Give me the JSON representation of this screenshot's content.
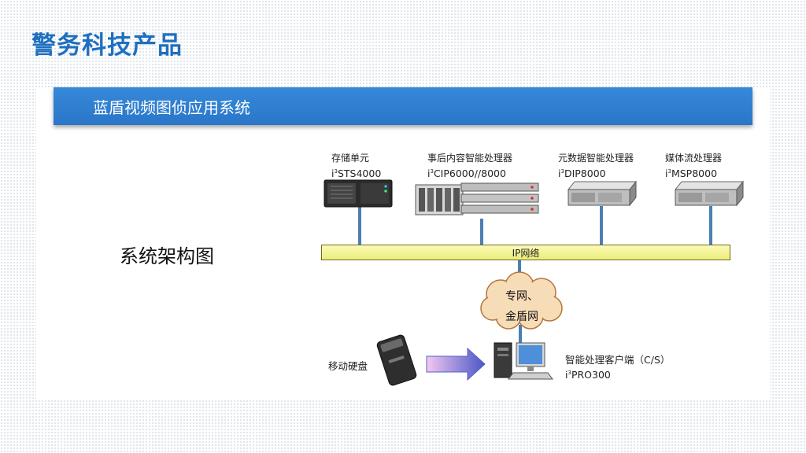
{
  "page_title": "警务科技产品",
  "banner_title": "蓝盾视频图侦应用系统",
  "side_label": "系统架构图",
  "devices": [
    {
      "name": "存储单元",
      "model": "STS4000"
    },
    {
      "name": "事后内容智能处理器",
      "model": "CIP6000//8000"
    },
    {
      "name": "元数据智能处理器",
      "model": "DIP8000"
    },
    {
      "name": "媒体流处理器",
      "model": "MSP8000"
    }
  ],
  "model_prefix": "i",
  "model_sup": "3",
  "network": {
    "bus_label": "IP网络",
    "cloud_line1": "专网、",
    "cloud_line2": "金盾网"
  },
  "client": {
    "label": "智能处理客户端（C/S）",
    "model": "PRO300"
  },
  "disk": {
    "label": "移动硬盘"
  },
  "colors": {
    "title": "#1f6fbf",
    "banner": "#2f7fd0",
    "bus": "#f3f39a",
    "connector": "#4a7fb5",
    "arrow": "#5560c8"
  }
}
